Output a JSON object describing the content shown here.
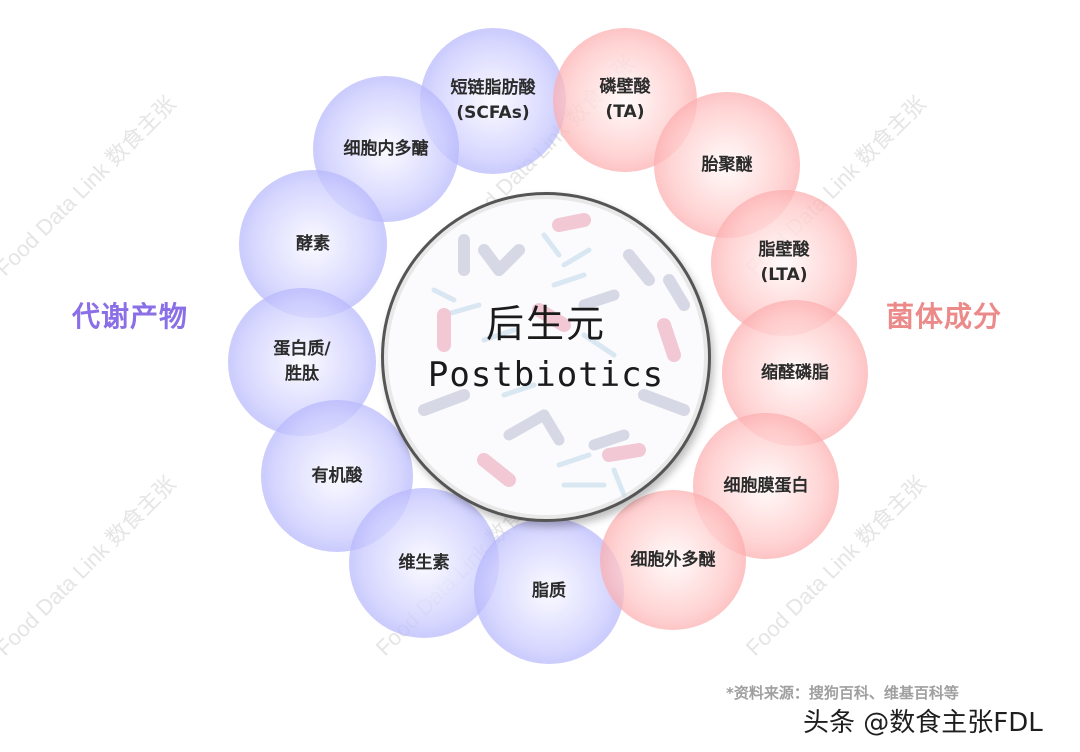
{
  "center": {
    "title_zh": "后生元",
    "title_en": "Postbiotics"
  },
  "side_labels": {
    "left": "代谢产物",
    "right": "菌体成分"
  },
  "colors": {
    "metabolite_blue": "#8a8cf5",
    "metabolite_label": "#8a6fe6",
    "component_red": "#f37b80",
    "component_label": "#ec8a8a",
    "text_dark": "#2b2b2b",
    "note_gray": "#a0a0a0"
  },
  "metabolites": [
    {
      "label": "短链脂肪酸\n(SCFAs)"
    },
    {
      "label": "细胞内多醣"
    },
    {
      "label": "酵素"
    },
    {
      "label": "蛋白质/\n胜肽"
    },
    {
      "label": "有机酸"
    },
    {
      "label": "维生素"
    },
    {
      "label": "脂质"
    }
  ],
  "components": [
    {
      "label": "磷壁酸\n(TA)"
    },
    {
      "label": "胎聚醚"
    },
    {
      "label": "脂壁酸\n(LTA)"
    },
    {
      "label": "缩醛磷脂"
    },
    {
      "label": "细胞膜蛋白"
    },
    {
      "label": "细胞外多醚"
    }
  ],
  "watermark": "Food Data Link 数食主张",
  "footer": {
    "source_note": "*资料来源：搜狗百科、维基百科等",
    "byline": "头条 @数食主张FDL"
  }
}
